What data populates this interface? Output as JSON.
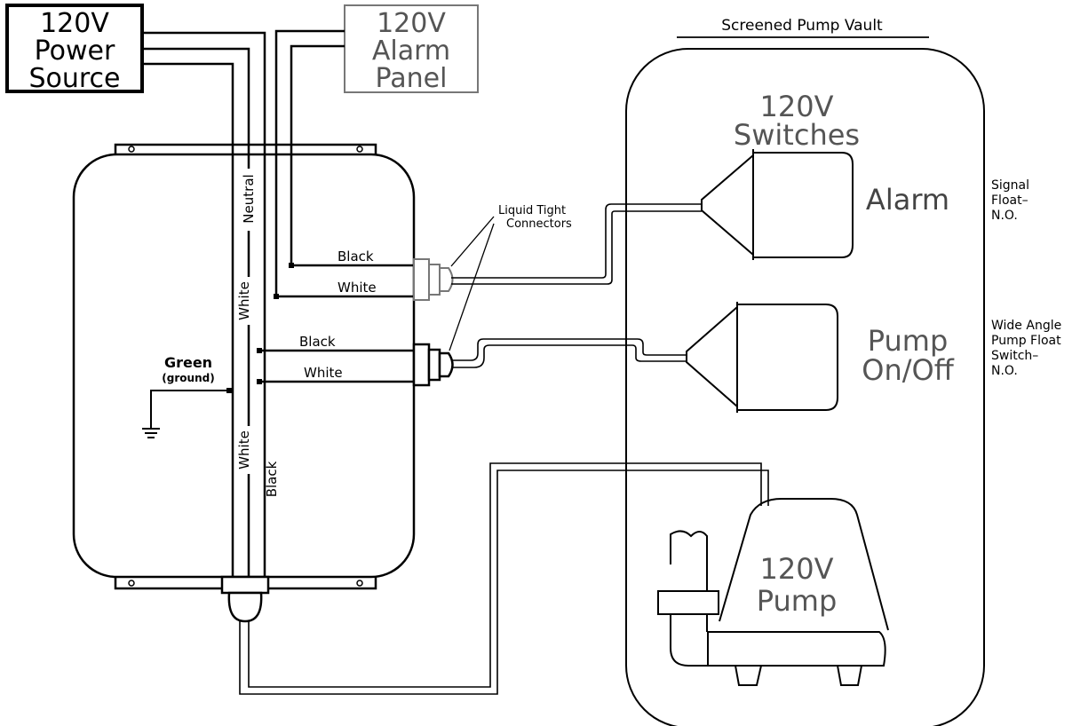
{
  "power_source": {
    "line1": "120V",
    "line2": "Power",
    "line3": "Source"
  },
  "alarm_panel": {
    "line1": "120V",
    "line2": "Alarm",
    "line3": "Panel"
  },
  "vault": {
    "title": "Screened Pump Vault",
    "switches_line1": "120V",
    "switches_line2": "Switches",
    "alarm_label": "Alarm",
    "pump_switch_line1": "Pump",
    "pump_switch_line2": "On/Off",
    "pump_line1": "120V",
    "pump_line2": "Pump"
  },
  "wires": {
    "neutral": "Neutral",
    "white_upper": "White",
    "white_lower": "White",
    "black_vertical": "Black",
    "green": "Green",
    "ground": "(ground)",
    "alarm_black": "Black",
    "alarm_white": "White",
    "pump_black": "Black",
    "pump_white": "White"
  },
  "connectors_label": {
    "line1": "Liquid Tight",
    "line2": "Connectors"
  },
  "side_notes": {
    "signal": [
      "Signal",
      "Float–",
      "N.O."
    ],
    "wide": [
      "Wide Angle",
      "Pump Float",
      "Switch–",
      "N.O."
    ]
  }
}
